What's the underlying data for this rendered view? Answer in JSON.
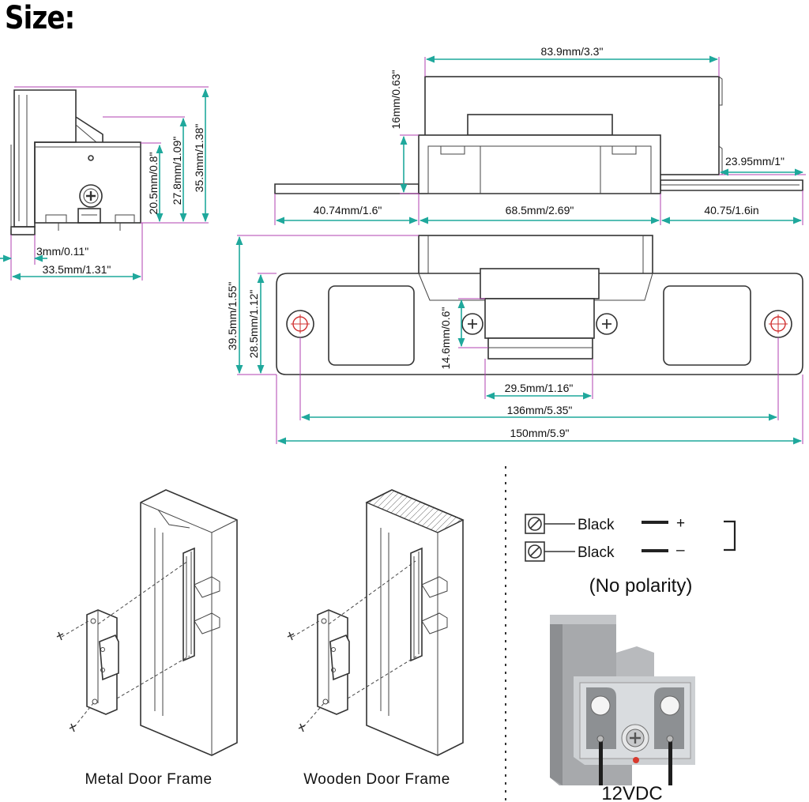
{
  "page": {
    "title": "Size:"
  },
  "side_view": {
    "dims": {
      "h_20_5": "20.5mm/0.8\"",
      "h_27_8": "27.8mm/1.09\"",
      "h_35_3": "35.3mm/1.38\"",
      "w_3": "3mm/0.11\"",
      "w_33_5": "33.5mm/1.31\""
    }
  },
  "top_view": {
    "dims": {
      "w_83_9": "83.9mm/3.3\"",
      "h_16": "16mm/0.63\"",
      "h_23_95": "23.95mm/1\"",
      "w_40_74": "40.74mm/1.6\"",
      "w_68_5": "68.5mm/2.69\"",
      "w_40_75": "40.75/1.6in"
    }
  },
  "front_view": {
    "dims": {
      "h_39_5": "39.5mm/1.55\"",
      "h_28_5": "28.5mm/1.12\"",
      "h_14_6": "14.6mm/0.6\"",
      "w_29_5": "29.5mm/1.16\"",
      "w_136": "136mm/5.35\"",
      "w_150": "150mm/5.9\""
    }
  },
  "installation": {
    "metal_caption": "Metal Door Frame",
    "wooden_caption": "Wooden Door Frame"
  },
  "wiring": {
    "wire1_label": "Black",
    "wire2_label": "Black",
    "plus_sign": "+",
    "minus_sign": "–",
    "note": "(No polarity)",
    "voltage": "12VDC"
  },
  "colors": {
    "dimension_line": "#1fa89c",
    "extension_line": "#b040b0",
    "outline": "#333333"
  }
}
